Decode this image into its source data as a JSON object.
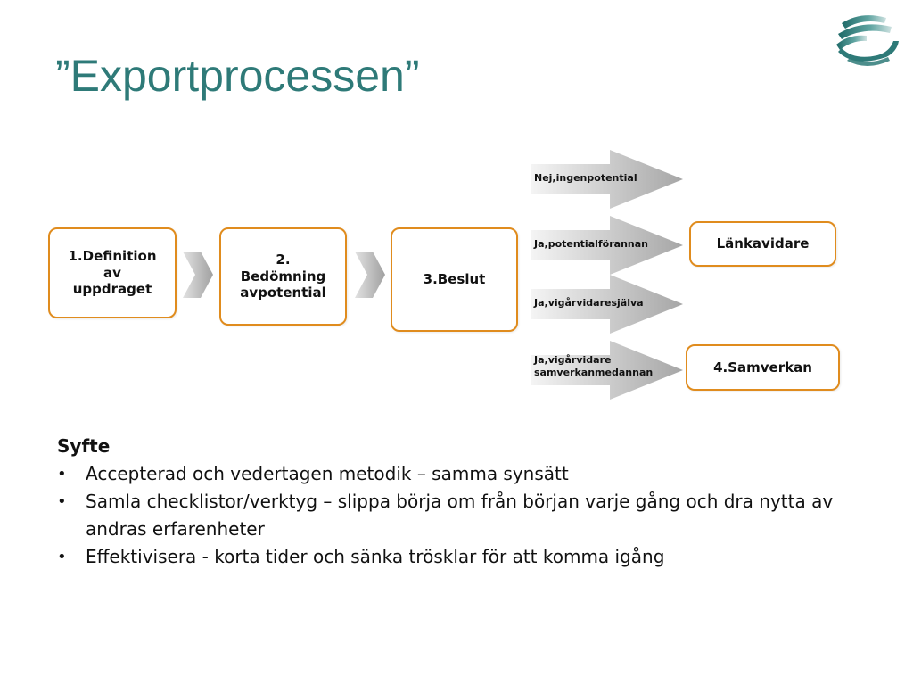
{
  "slide": {
    "title": "”Exportprocessen”"
  },
  "diagram": {
    "steps": [
      {
        "label": "1.Definition\nav\nuppdraget"
      },
      {
        "label": "2.\nBedömning\navpotential"
      },
      {
        "label": "3.Beslut"
      }
    ],
    "arrows": [
      {
        "label": "Nej,ingenpotential"
      },
      {
        "label": "Ja,potentialförannan"
      },
      {
        "label": "Ja,vigårvidaresjälva"
      },
      {
        "label": "Ja,vigårvidare\nsamverkanmedannan"
      }
    ],
    "outcomes": [
      {
        "label": "Länkavidare"
      },
      {
        "label": "4.Samverkan"
      }
    ]
  },
  "purpose": {
    "heading": "Syfte",
    "bullets": [
      "Accepterad och vedertagen metodik – samma synsätt",
      "Samla checklistor/verktyg – slippa börja om från början varje gång och dra nytta av andras erfarenheter",
      "Effektivisera - korta tider och sänka trösklar för att komma igång"
    ],
    "bullet_glyph": "•"
  },
  "colors": {
    "title": "#2e7a78",
    "box_border": "#e08c1e",
    "arrow_fill": "#a6a6a6",
    "logo": "#2e7a78"
  }
}
